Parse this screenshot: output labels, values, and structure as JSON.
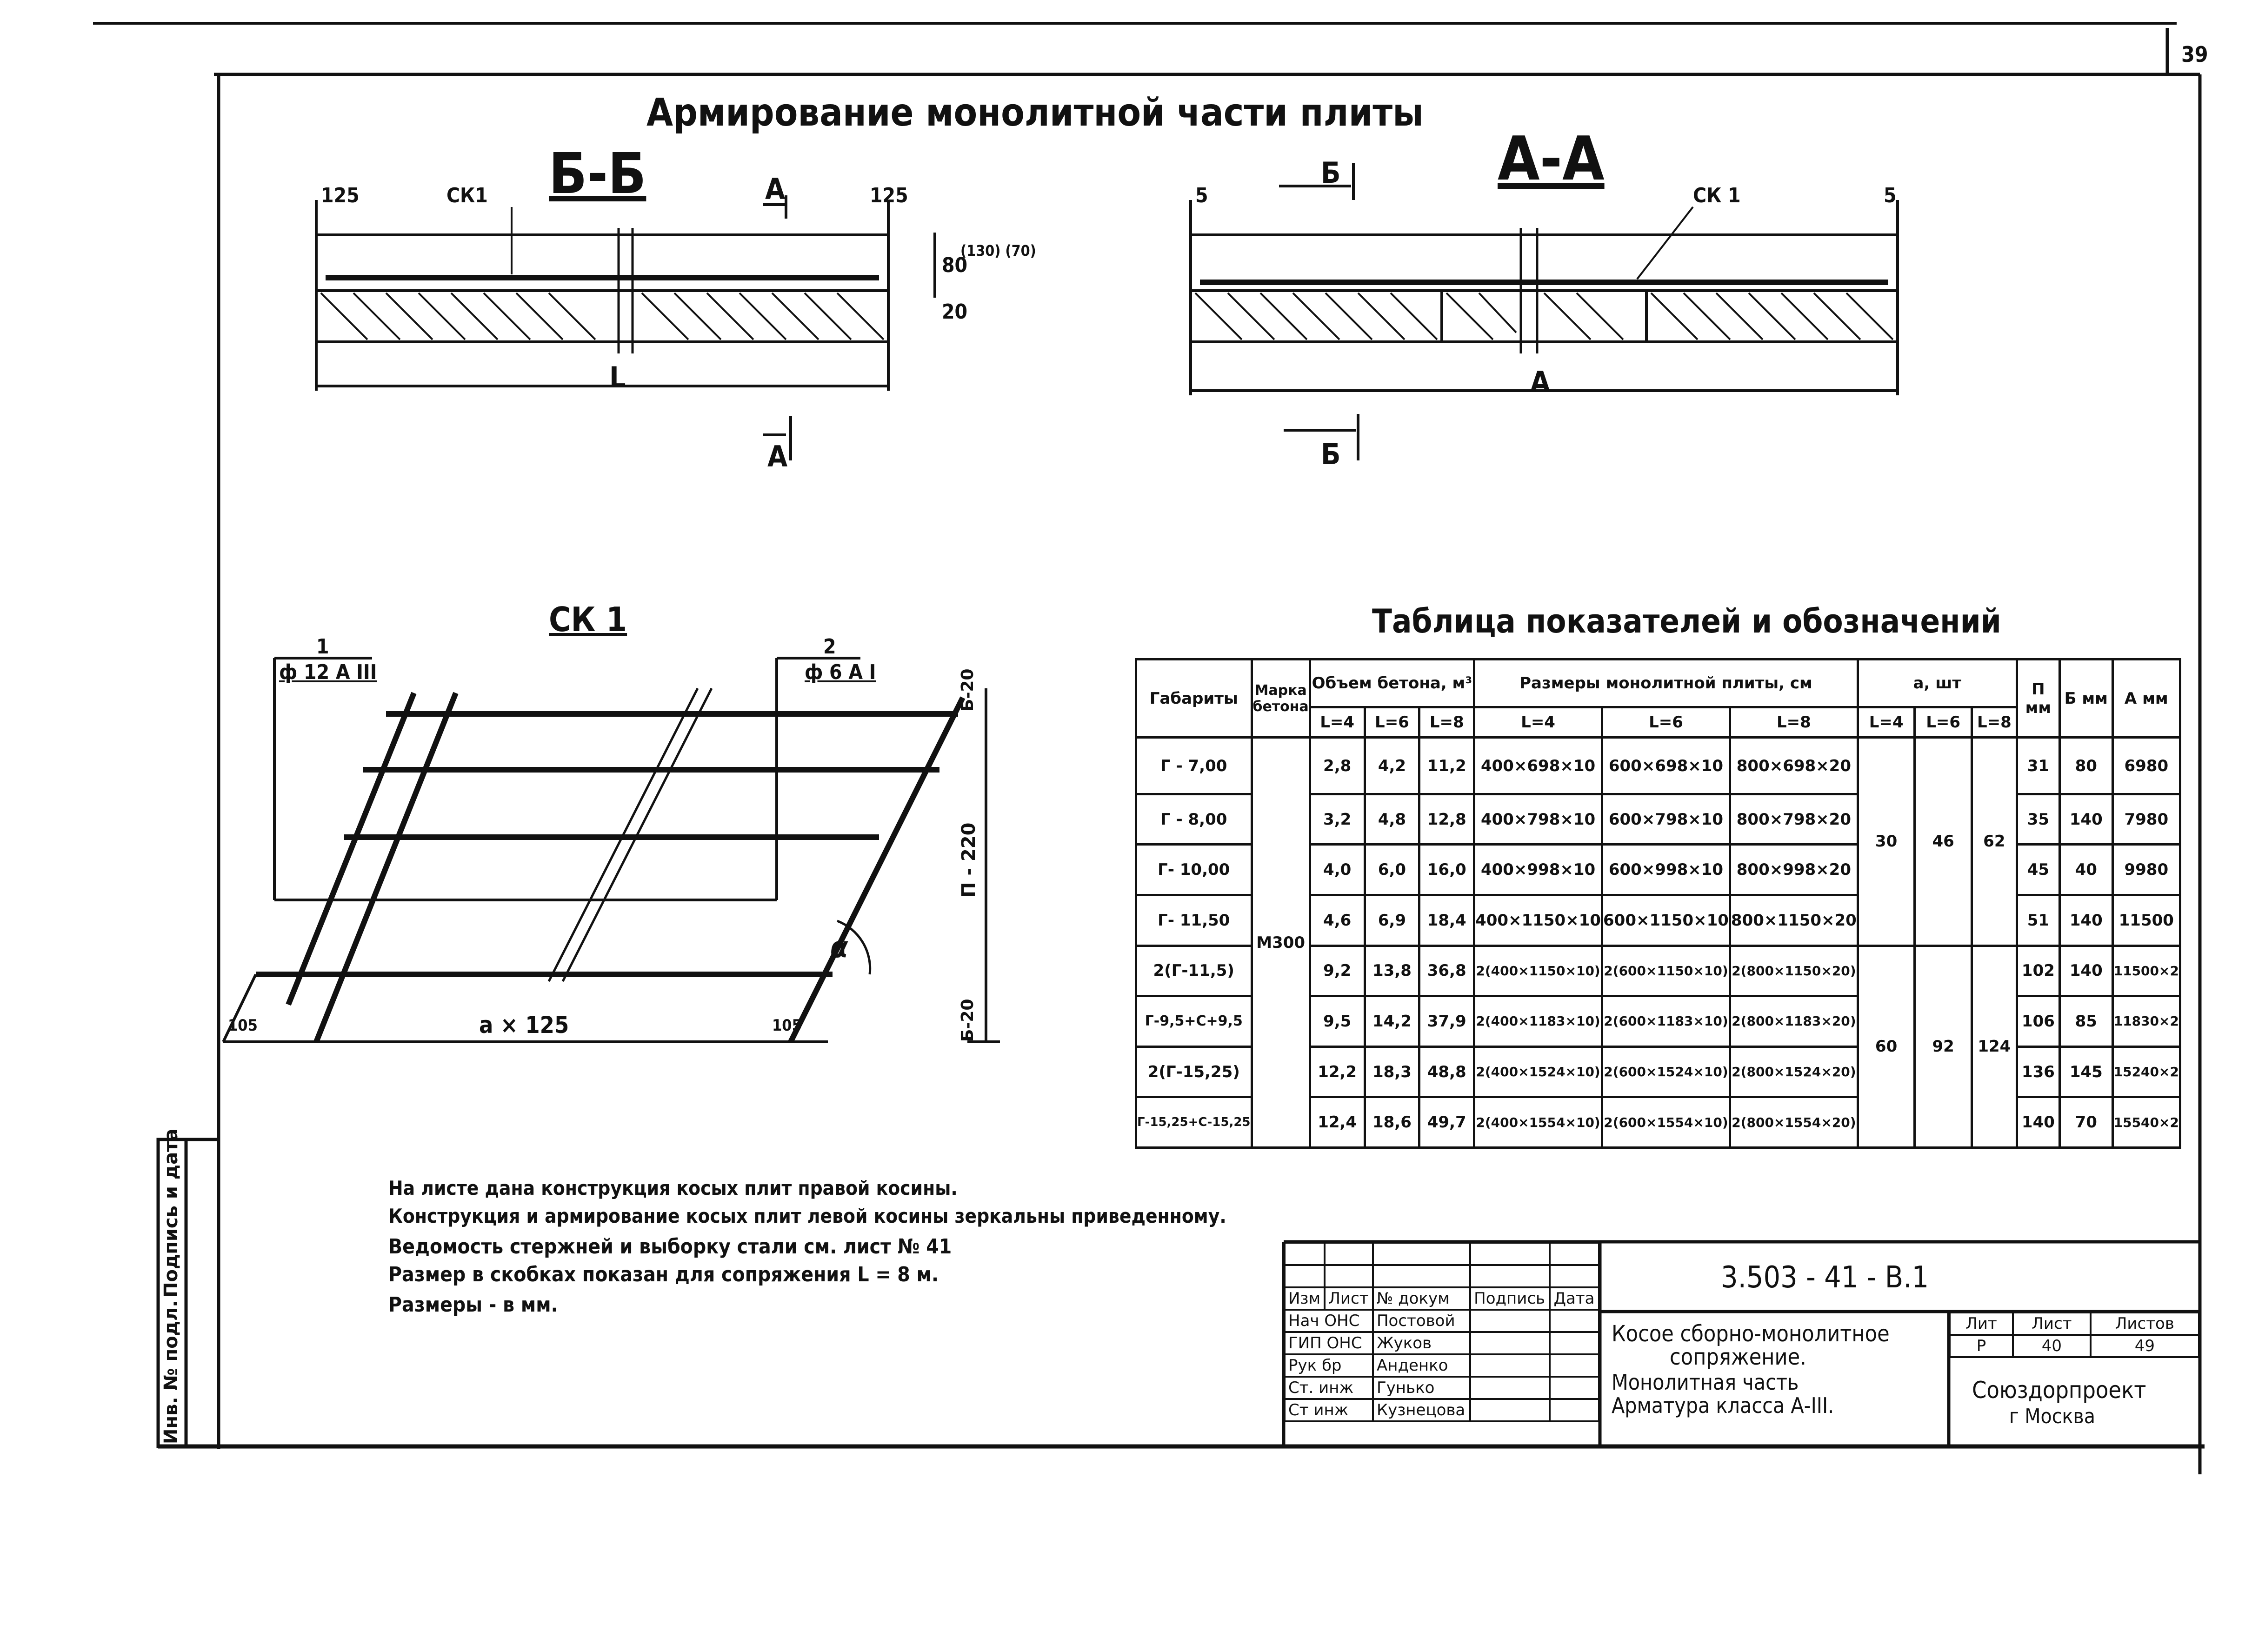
{
  "sheet_number": "39",
  "title": "Армирование монолитной части плиты",
  "section_bb": {
    "label": "Б-Б",
    "dim_left": "125",
    "dim_right": "125",
    "bar_label": "СК1",
    "dim_h1": "80",
    "dim_h2": "20",
    "dim_h3": "(130) (70)",
    "span_label": "L",
    "cut_label_top": "А",
    "cut_label_bottom": "А"
  },
  "section_aa": {
    "label": "А-А",
    "dim_left": "5",
    "dim_right": "5",
    "bar_label": "СК 1",
    "span_label": "А",
    "cut_label_top": "Б",
    "cut_label_bottom": "Б"
  },
  "ck1": {
    "label": "СК 1",
    "rebar1_num": "1",
    "rebar1_spec": "ф 12 А III",
    "rebar2_num": "2",
    "rebar2_spec": "ф 6 А I",
    "dim_top": "Б-20",
    "dim_side": "П - 220",
    "dim_bottom": "Б-20",
    "dim_a": "а × 125",
    "dim_105_left": "105",
    "dim_105_right": "105",
    "angle": "α"
  },
  "table": {
    "title": "Таблица показателей и обозначений",
    "headers": {
      "gab": "Габариты",
      "marka": "Марка бетона",
      "volume": "Объем бетона, м³",
      "sizes": "Размеры монолитной плиты, см",
      "a": "а, шт",
      "n": "П мм",
      "b": "Б мм",
      "aa": "А мм"
    },
    "sub": [
      "L=4",
      "L=6",
      "L=8",
      "L=4",
      "L=6",
      "L=8",
      "L=4",
      "L=6",
      "L=8"
    ],
    "marka_value": "М300",
    "a_group1": [
      "30",
      "46",
      "62"
    ],
    "a_group2": [
      "60",
      "92",
      "124"
    ],
    "rows": [
      {
        "gab": "Г - 7,00",
        "v4": "2,8",
        "v6": "4,2",
        "v8": "11,2",
        "s4": "400×698×10",
        "s6": "600×698×10",
        "s8": "800×698×20",
        "n": "31",
        "b": "80",
        "aa": "6980"
      },
      {
        "gab": "Г - 8,00",
        "v4": "3,2",
        "v6": "4,8",
        "v8": "12,8",
        "s4": "400×798×10",
        "s6": "600×798×10",
        "s8": "800×798×20",
        "n": "35",
        "b": "140",
        "aa": "7980"
      },
      {
        "gab": "Г- 10,00",
        "v4": "4,0",
        "v6": "6,0",
        "v8": "16,0",
        "s4": "400×998×10",
        "s6": "600×998×10",
        "s8": "800×998×20",
        "n": "45",
        "b": "40",
        "aa": "9980"
      },
      {
        "gab": "Г- 11,50",
        "v4": "4,6",
        "v6": "6,9",
        "v8": "18,4",
        "s4": "400×1150×10",
        "s6": "600×1150×10",
        "s8": "800×1150×20",
        "n": "51",
        "b": "140",
        "aa": "11500"
      },
      {
        "gab": "2(Г-11,5)",
        "v4": "9,2",
        "v6": "13,8",
        "v8": "36,8",
        "s4": "2(400×1150×10)",
        "s6": "2(600×1150×10)",
        "s8": "2(800×1150×20)",
        "n": "102",
        "b": "140",
        "aa": "11500×2"
      },
      {
        "gab": "Г-9,5+С+9,5",
        "v4": "9,5",
        "v6": "14,2",
        "v8": "37,9",
        "s4": "2(400×1183×10)",
        "s6": "2(600×1183×10)",
        "s8": "2(800×1183×20)",
        "n": "106",
        "b": "85",
        "aa": "11830×2"
      },
      {
        "gab": "2(Г-15,25)",
        "v4": "12,2",
        "v6": "18,3",
        "v8": "48,8",
        "s4": "2(400×1524×10)",
        "s6": "2(600×1524×10)",
        "s8": "2(800×1524×20)",
        "n": "136",
        "b": "145",
        "aa": "15240×2"
      },
      {
        "gab": "Г-15,25+С-15,25",
        "v4": "12,4",
        "v6": "18,6",
        "v8": "49,7",
        "s4": "2(400×1554×10)",
        "s6": "2(600×1554×10)",
        "s8": "2(800×1554×20)",
        "n": "140",
        "b": "70",
        "aa": "15540×2"
      }
    ]
  },
  "notes": [
    "На листе дана конструкция косых плит правой косины.",
    "Конструкция и армирование косых плит левой косины зеркальны приведенному.",
    "Ведомость стержней и выборку стали см. лист № 41",
    "Размер в скобках показан для сопряжения L = 8 м.",
    "Размеры - в мм."
  ],
  "side_stamp": {
    "inv": "Инв. № подл.",
    "sign": "Подпись и дата"
  },
  "stamp": {
    "doc_code": "3.503 - 41 - В.1",
    "headers": [
      "Изм",
      "Лист",
      "№ докум",
      "Подпись",
      "Дата"
    ],
    "people": [
      {
        "role": "Нач ОНС",
        "name": "Постовой"
      },
      {
        "role": "ГИП ОНС",
        "name": "Жуков"
      },
      {
        "role": "Рук бр",
        "name": "Анденко"
      },
      {
        "role": "Ст. инж",
        "name": "Гунько"
      },
      {
        "role": "Ст инж",
        "name": "Кузнецова"
      }
    ],
    "description_1": "Косое сборно-монолитное",
    "description_2": "сопряжение.",
    "description_3": "Монолитная часть",
    "description_4": "Арматура класса А-III.",
    "stage_h": "Лит",
    "sheet_h": "Лист",
    "sheets_h": "Листов",
    "stage": "Р",
    "sheet": "40",
    "sheets": "49",
    "org": "Союздорпроект",
    "city": "г Москва"
  }
}
